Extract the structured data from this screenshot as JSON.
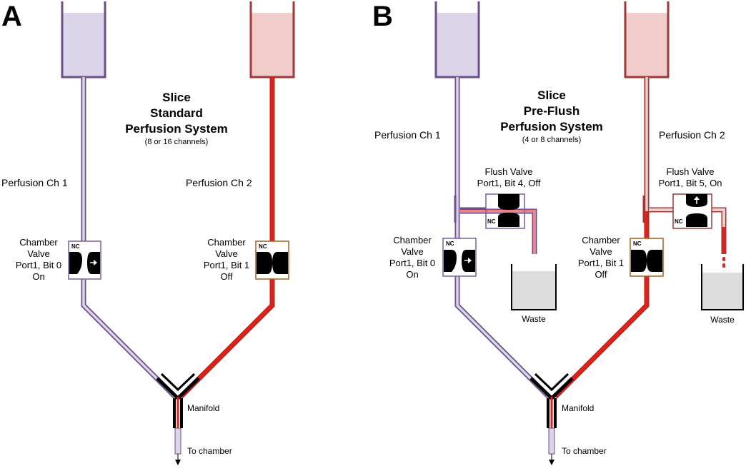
{
  "panel_a": {
    "letter": "A",
    "title": [
      "Slice",
      "Standard",
      "Perfusion System"
    ],
    "subtitle": "(8 or 16 channels)",
    "ch1_label": "Perfusion Ch 1",
    "ch2_label": "Perfusion Ch 2",
    "valve1": {
      "nc": "NC",
      "lines": [
        "Chamber",
        "Valve",
        "Port1, Bit 0",
        "On"
      ]
    },
    "valve2": {
      "nc": "NC",
      "lines": [
        "Chamber",
        "Valve",
        "Port1, Bit 1",
        "Off"
      ]
    },
    "manifold_label": "Manifold",
    "outlet_label": "To chamber"
  },
  "panel_b": {
    "letter": "B",
    "title": [
      "Slice",
      "Pre-Flush",
      "Perfusion System"
    ],
    "subtitle": "(4 or 8 channels)",
    "ch1_label": "Perfusion Ch 1",
    "ch2_label": "Perfusion Ch 2",
    "flush1": {
      "nc": "NC",
      "lines": [
        "Flush Valve",
        "Port1, Bit 4, Off"
      ]
    },
    "flush2": {
      "nc": "NC",
      "lines": [
        "Flush Valve",
        "Port1, Bit 5, On"
      ]
    },
    "valve1": {
      "nc": "NC",
      "lines": [
        "Chamber",
        "Valve",
        "Port1, Bit 0",
        "On"
      ]
    },
    "valve2": {
      "nc": "NC",
      "lines": [
        "Chamber",
        "Valve",
        "Port1, Bit 1",
        "Off"
      ]
    },
    "waste_label": "Waste",
    "manifold_label": "Manifold",
    "outlet_label": "To chamber"
  },
  "colors": {
    "purple_outline": "#6a4f8c",
    "purple_fill": "#dcd4e8",
    "red_outline": "#9b3a36",
    "red_fill": "#f0cccb",
    "red_line": "#e0211b",
    "valve_brown": "#a0621c",
    "valve_purple": "#7a5fa0"
  }
}
